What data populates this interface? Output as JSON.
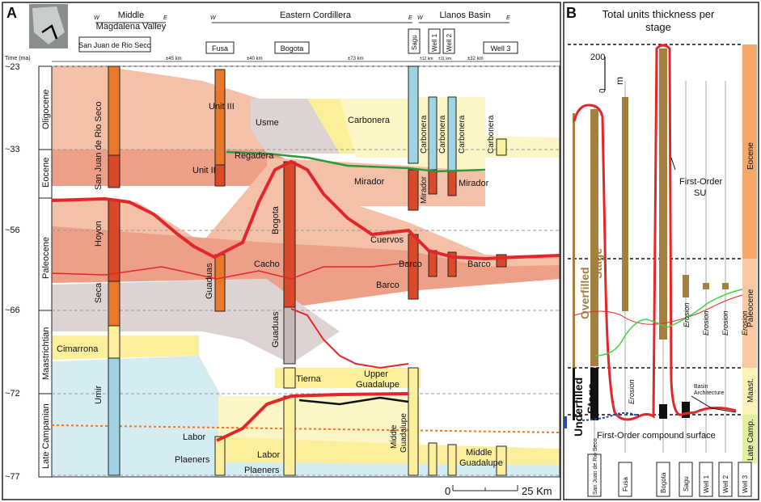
{
  "panelA": {
    "letter": "A",
    "regions": {
      "middle_mv": [
        "Middle",
        "Magdalena Valley"
      ],
      "eastern_cordillera": "Eastern Cordillera",
      "llanos_basin": "Llanos Basin",
      "west": "W",
      "east": "E"
    },
    "time_axis_label": "Time (ma)",
    "ages": [
      "~23",
      "~33",
      "~56",
      "~66",
      "~72",
      "~77"
    ],
    "epochs": [
      "Oligocene",
      "Eocene",
      "Paleocene",
      "Maastrichtian",
      "Late Campanian"
    ],
    "wells": [
      "San Juan de Rio Seco",
      "Fusa",
      "Bogota",
      "Sagu",
      "Well 1",
      "Well 2",
      "Well 3"
    ],
    "spacings": [
      "±45 km",
      "±40 km",
      "±73 km",
      "±12 km",
      "±11 km",
      "±32 km"
    ],
    "units": {
      "unit3": "Unit III",
      "unit2": "Unit II",
      "usme": "Usme",
      "carbonera": "Carbonera",
      "regadera": "Regadera",
      "mirador": "Mirador",
      "sjrs_vertical": "San Juan de Rio Seco",
      "hoyon": "Hoyon",
      "bogota": "Bogota",
      "cuervos": "Cuervos",
      "cacho": "Cacho",
      "barco": "Barco",
      "guaduas": "Guaduas",
      "seca": "Seca",
      "cimarrona": "Cimarrona",
      "tierna": "Tierna",
      "upper_guadalupe": [
        "Upper",
        "Guadalupe"
      ],
      "middle_guadalupe": [
        "Middle",
        "Guadalupe"
      ],
      "umir": "Umir",
      "labor": "Labor",
      "plaeners": "Plaeners"
    },
    "scale": {
      "zero": "0",
      "label": "25 Km"
    }
  },
  "panelB": {
    "letter": "B",
    "title": [
      "Total units thickness per",
      "stage"
    ],
    "scale_value": "200",
    "scale_zero": "0",
    "scale_unit": "m",
    "overfilled": [
      "Overfilled",
      "Stage"
    ],
    "underfilled": [
      "Underfilled",
      "Stage"
    ],
    "first_order_su": [
      "First-Order",
      "SU"
    ],
    "compound_surface": "First-Order compound surface",
    "basin_architecture": [
      "Basin",
      "Architecture"
    ],
    "erosion": "Erosion",
    "stages": [
      "Eocene",
      "Paleocene",
      "Maast.",
      "Late Camp."
    ],
    "wells": [
      "San Juan de Rio Seco",
      "Fusa",
      "Bogota",
      "Sagu",
      "Well 1",
      "Well 2",
      "Well 3"
    ]
  },
  "colors": {
    "salmon": "#f5c0a8",
    "lightsalmon": "#f9d7c6",
    "grey": "#ddd3d3",
    "yellow": "#fbef9b",
    "paleyellow": "#fcf6c7",
    "lightblue": "#d5ecf2",
    "red": "#e3262a",
    "green": "#2c9a3b",
    "orange_col": "#e8782c",
    "brown": "#a3803f",
    "stage_eocene": "#f4a86c",
    "stage_paleocene": "#f7c9a4",
    "stage_maast": "#fbf2b9",
    "stage_camp": "#e3ef9f"
  }
}
